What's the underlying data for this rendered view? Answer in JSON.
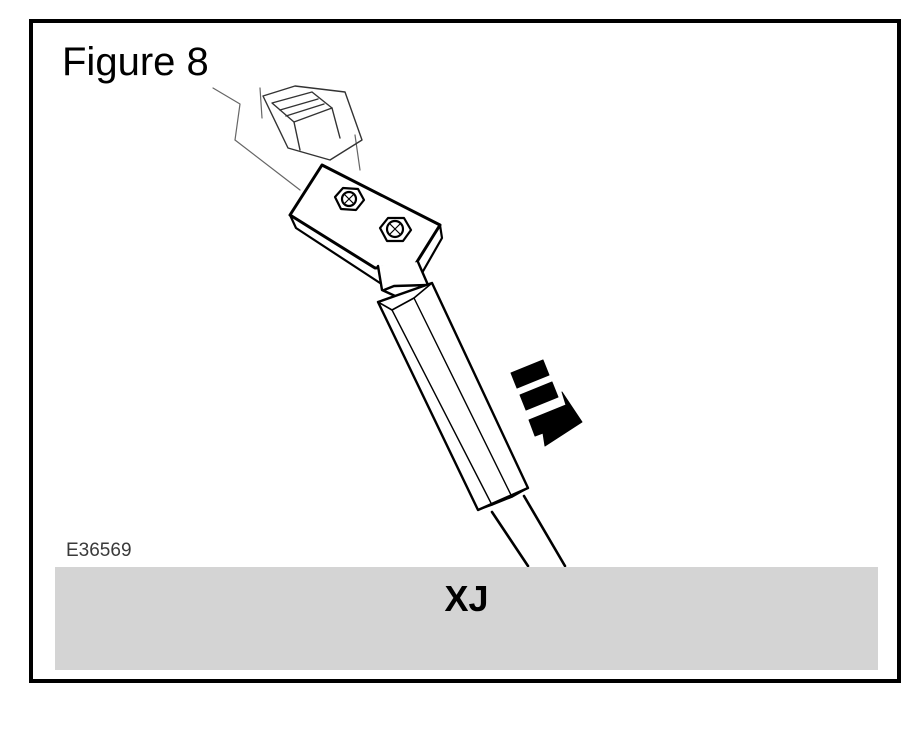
{
  "figure": {
    "title": "Figure 8",
    "code": "E36569",
    "model_label": "XJ"
  },
  "colors": {
    "line": "#000000",
    "band": "#d4d4d4",
    "background": "#ffffff"
  },
  "icons": [
    "bolt-icon",
    "pull-direction-arrow-icon"
  ]
}
